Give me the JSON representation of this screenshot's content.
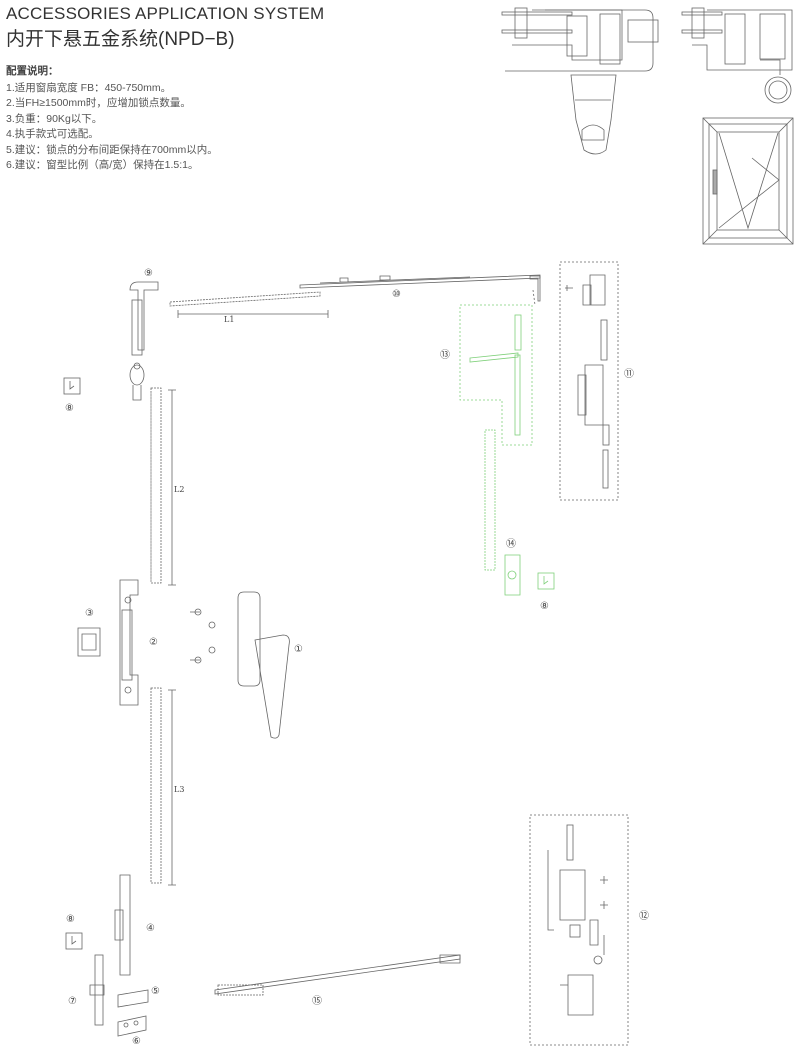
{
  "header": {
    "title_en": "ACCESSORIES APPLICATION SYSTEM",
    "title_cn": "内开下悬五金系统(NPD−B)"
  },
  "notes": {
    "heading": "配置说明：",
    "items": [
      "1.适用窗扇宽度 FB：450-750mm。",
      "2.当FH≥1500mm时，应增加锁点数量。",
      "3.负重：90Kg以下。",
      "4.执手款式可选配。",
      "5.建议：锁点的分布间距保持在700mm以内。",
      "6.建议：窗型比例（高/宽）保持在1.5:1。"
    ]
  },
  "diagram": {
    "dimensions": {
      "l1": "L1",
      "l2": "L2",
      "l3": "L3"
    },
    "part_numbers": {
      "p1": "①",
      "p2": "②",
      "p3": "③",
      "p4": "④",
      "p5": "⑤",
      "p6": "⑥",
      "p7": "⑦",
      "p8": "⑧",
      "p9": "⑨",
      "p10": "⑩",
      "p11": "⑪",
      "p12": "⑫",
      "p13": "⑬",
      "p14": "⑭",
      "p15": "⑮"
    },
    "colors": {
      "line": "#666666",
      "optional": "#7fd07a"
    }
  }
}
